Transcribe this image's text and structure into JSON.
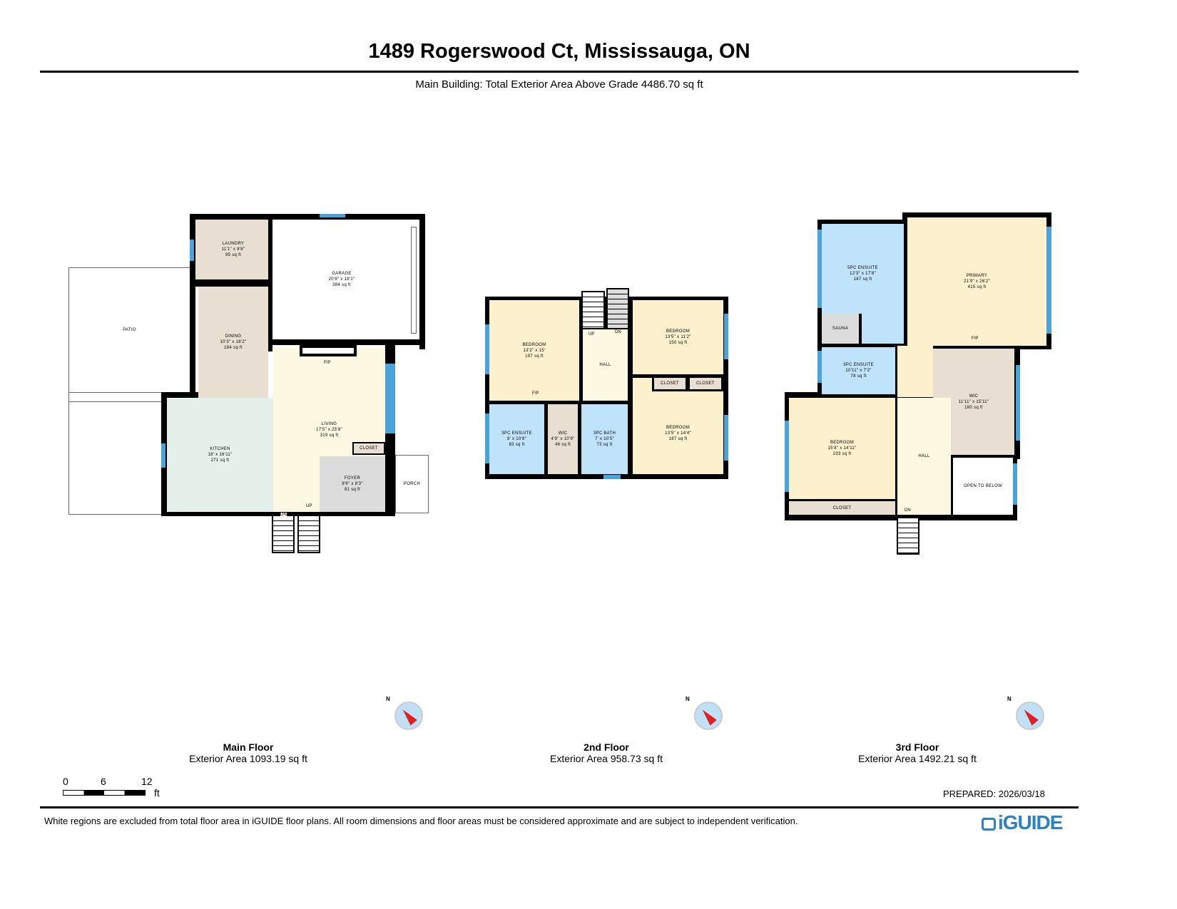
{
  "header": {
    "title": "1489 Rogerswood Ct, Mississauga, ON",
    "subtitle": "Main Building: Total Exterior Area Above Grade 4486.70 sq ft"
  },
  "colors": {
    "bedroom": "#fdf0cc",
    "bath": "#bfe3fb",
    "utility": "#e8dfd2",
    "kitchen": "#e6f0ea",
    "living": "#fdf8e1",
    "foyer": "#dcdcdc",
    "window": "#4aa3d9"
  },
  "floors": [
    {
      "name": "Main Floor",
      "area": "Exterior Area 1093.19 sq ft",
      "rooms": {
        "laundry": [
          "LAUNDRY",
          "11'1\" x 8'8\"",
          "95 sq ft"
        ],
        "garage": [
          "GARAGE",
          "20'8\" x 18'1\"",
          "384 sq ft"
        ],
        "patio": [
          "PATIO"
        ],
        "dining": [
          "DINING",
          "10'3\" x 18'2\"",
          "184 sq ft"
        ],
        "living": [
          "LIVING",
          "17'5\" x 25'8\"",
          "319 sq ft"
        ],
        "kitchen": [
          "KITCHEN",
          "18' x 16'11\"",
          "271 sq ft"
        ],
        "foyer": [
          "FOYER",
          "9'9\" x 8'3\"",
          "81 sq ft"
        ],
        "closet": [
          "CLOSET"
        ],
        "porch": [
          "PORCH"
        ]
      },
      "tags": {
        "fp": "F/P",
        "dn": "DN",
        "up": "UP"
      }
    },
    {
      "name": "2nd Floor",
      "area": "Exterior Area 958.73 sq ft",
      "rooms": {
        "bedroom1": [
          "BEDROOM",
          "13'2\" x 15'",
          "197 sq ft"
        ],
        "hall": [
          "HALL"
        ],
        "bedroom2": [
          "BEDROOM",
          "13'5\" x 11'2\"",
          "150 sq ft"
        ],
        "closet1": [
          "CLOSET"
        ],
        "closet2": [
          "CLOSET"
        ],
        "bedroom3": [
          "BEDROOM",
          "13'5\" x 14'4\"",
          "187 sq ft"
        ],
        "ensuite": [
          "3PC ENSUITE",
          "8' x 10'8\"",
          "83 sq ft"
        ],
        "wic": [
          "WIC",
          "4'9\" x 10'9\"",
          "46 sq ft"
        ],
        "bath": [
          "3PC BATH",
          "7' x 10'5\"",
          "73 sq ft"
        ]
      },
      "tags": {
        "fp": "F/P",
        "dn": "DN",
        "up": "UP"
      }
    },
    {
      "name": "3rd Floor",
      "area": "Exterior Area 1492.21 sq ft",
      "rooms": {
        "ensuite5": [
          "5PC ENSUITE",
          "12'3\" x 17'8\"",
          "187 sq ft"
        ],
        "sauna": [
          "SAUNA"
        ],
        "primary": [
          "PRIMARY",
          "21'9\" x 26'2\"",
          "415 sq ft"
        ],
        "ensuite3": [
          "3PC ENSUITE",
          "10'11\" x 7'2\"",
          "78 sq ft"
        ],
        "wic": [
          "WIC",
          "11'11\" x 15'11\"",
          "180 sq ft"
        ],
        "bedroom": [
          "BEDROOM",
          "15'8\" x 14'11\"",
          "233 sq ft"
        ],
        "closet": [
          "CLOSET"
        ],
        "hall": [
          "HALL"
        ],
        "open": [
          "OPEN TO BELOW"
        ]
      },
      "tags": {
        "fp": "F/P",
        "dn": "DN"
      }
    }
  ],
  "compass": {
    "label": "N"
  },
  "scale": {
    "ticks": [
      "0",
      "6",
      "12"
    ],
    "unit": "ft"
  },
  "footer": {
    "prepared": "PREPARED: 2026/03/18",
    "disclaimer": "White regions are excluded from total floor area in iGUIDE floor plans. All room dimensions and floor areas must be considered approximate and are subject to independent verification.",
    "logo": "iGUIDE"
  }
}
